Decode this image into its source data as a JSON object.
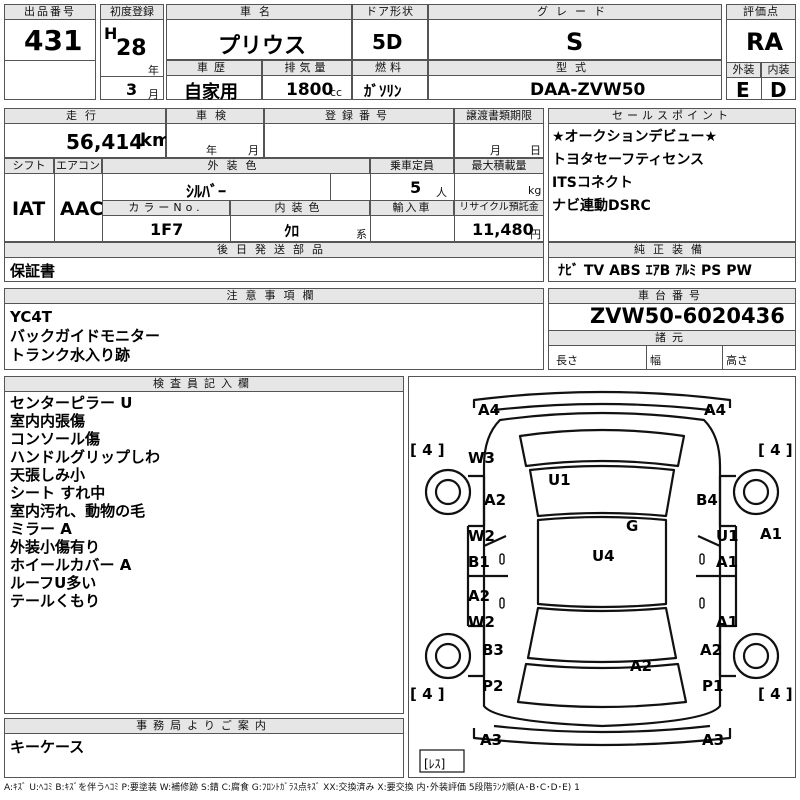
{
  "header": {
    "lot_label": "出品番号",
    "lot_no": "431",
    "reg_label": "初度登録",
    "era": "H",
    "year": "28",
    "year_unit": "年",
    "month": "3",
    "month_unit": "月",
    "name_label": "車名",
    "name": "プリウス",
    "door_label": "ドア形状",
    "door": "5D",
    "grade_label": "グレード",
    "grade": "S",
    "score_label": "評価点",
    "score": "RA",
    "history_label": "車歴",
    "history": "自家用",
    "disp_label": "排気量",
    "disp": "1800",
    "disp_unit": "cc",
    "fuel_label": "燃料",
    "fuel": "ｶﾞｿﾘﾝ",
    "model_label": "型式",
    "model": "DAA-ZVW50",
    "ext_label": "外装",
    "ext": "E",
    "int_label": "内装",
    "int": "D"
  },
  "row2": {
    "mileage_label": "走行",
    "mileage": "56,414",
    "mileage_unit": "km",
    "inspect_label": "車検",
    "inspect_year": "年",
    "inspect_month": "月",
    "regno_label": "登録番号",
    "transfer_label": "譲渡書類期限",
    "transfer_month": "月",
    "transfer_day": "日",
    "sales_label": "セールスポイント",
    "sales": [
      "★オークションデビュー★",
      "トヨタセーフティセンス",
      "ITSコネクト",
      "ナビ連動DSRC"
    ],
    "shift_label": "シフト",
    "shift": "IAT",
    "ac_label": "エアコン",
    "ac": "AAC",
    "color_label": "外装色",
    "color": "ｼﾙﾊﾞｰ",
    "capacity_label": "乗車定員",
    "capacity": "5",
    "capacity_unit": "人",
    "load_label": "最大積載量",
    "load_unit": "kg",
    "colorno_label": "カラーNo.",
    "colorno": "1F7",
    "intcolor_label": "内装色",
    "intcolor": "ｸﾛ",
    "intcolor_unit": "系",
    "import_label": "輸入車",
    "recycle_label": "リサイクル預託金",
    "recycle": "11,480",
    "recycle_unit": "円",
    "later_label": "後日発送部品",
    "later": "保証書",
    "equip_label": "純正装備",
    "equip": "ﾅﾋﾞ  TV  ABS  ｴｱB  ｱﾙﾐ  PS  PW"
  },
  "notes": {
    "label": "注意事項欄",
    "lines": [
      "YC4T",
      "バックガイドモニター",
      "トランク水入り跡"
    ],
    "chassis_label": "車台番号",
    "chassis": "ZVW50-6020436",
    "spec_label": "諸元",
    "len": "長さ",
    "wid": "幅",
    "hgt": "高さ"
  },
  "inspector": {
    "label": "検査員記入欄",
    "lines": [
      "センターピラー U",
      "室内内張傷",
      "コンソール傷",
      "ハンドルグリップしわ",
      "天張しみ小",
      "シート すれ中",
      "室内汚れ、動物の毛",
      "ミラー A",
      "外装小傷有り",
      "ホイールカバー A",
      "ルーフU多い",
      "テールくもり"
    ]
  },
  "office": {
    "label": "事務局よりご案内",
    "text": "キーケース"
  },
  "diagram": {
    "marks": {
      "fl_bumper": "A4",
      "fr_bumper": "A4",
      "tl_tire": "[ 4 ]",
      "tr_tire": "[ 4 ]",
      "bl_tire": "[ 4 ]",
      "br_tire": "[ 4 ]",
      "w3": "W3",
      "u1_roof": "U1",
      "a2_lf": "A2",
      "b4": "B4",
      "w2_l": "W2",
      "b1": "B1",
      "g": "G",
      "u1_r": "U1",
      "a1_r": "A1",
      "a1_edge": "A1",
      "u4": "U4",
      "a2_lr": "A2",
      "w2_l2": "W2",
      "a1_r2": "A1",
      "b3": "B3",
      "a2_rr": "A2",
      "a2_rear": "A2",
      "p2": "P2",
      "p1": "P1",
      "a3_l": "A3",
      "a3_r": "A3",
      "spare": "[ﾚｽ]"
    }
  },
  "legend": "A:ｷｽﾞ  U:ﾍｺﾐ  B:ｷｽﾞを伴うﾍｺﾐ  P:要塗装  W:補修跡  S:錆  C:腐食  G:ﾌﾛﾝﾄｶﾞﾗｽ点ｷｽﾞ  XX:交換済み  X:要交換   内･外装評価  5段階ﾗﾝｸ順(A･B･C･D･E)  1"
}
